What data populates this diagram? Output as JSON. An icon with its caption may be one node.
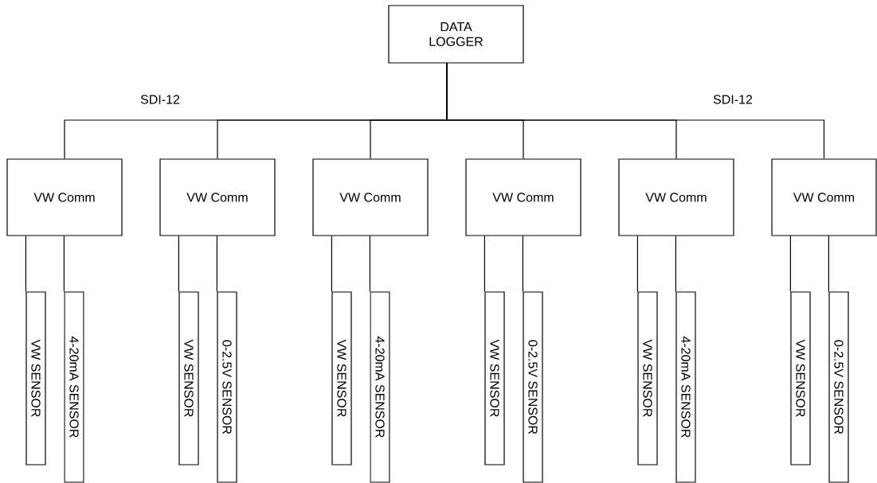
{
  "diagram": {
    "nodes": [
      {
        "text": [
          "DATA LOGGER"
        ]
      },
      {
        "text": [
          "VW Comm"
        ]
      },
      {
        "text": [
          "VW Comm"
        ]
      },
      {
        "text": [
          "VW Comm"
        ]
      },
      {
        "text": [
          "VW Comm"
        ]
      },
      {
        "text": [
          "VW Comm"
        ]
      },
      {
        "text": [
          "VW Comm"
        ]
      },
      {
        "text": [
          "VW SENSOR"
        ]
      },
      {
        "text": [
          "4-20mA  SENSOR"
        ]
      },
      {
        "text": [
          "VW SENSOR"
        ]
      },
      {
        "text": [
          "0-2.5V  SENSOR"
        ]
      },
      {
        "text": [
          "VW SENSOR"
        ]
      },
      {
        "text": [
          "4-20mA  SENSOR"
        ]
      },
      {
        "text": [
          "VW SENSOR"
        ]
      },
      {
        "text": [
          "0-2.5V  SENSOR"
        ]
      },
      {
        "text": [
          "VW SENSOR"
        ]
      },
      {
        "text": [
          "4-20mA  SENSOR"
        ]
      },
      {
        "text": [
          "VW SENSOR"
        ]
      },
      {
        "text": [
          "0-2.5V  SENSOR"
        ]
      }
    ],
    "edges": [
      {
        "from": 0,
        "to": 1,
        "arrow": "none"
      },
      {
        "from": 0,
        "to": 2,
        "arrow": "none"
      },
      {
        "from": 0,
        "to": 3,
        "arrow": "none"
      },
      {
        "from": 0,
        "to": 4,
        "arrow": "none"
      },
      {
        "from": 0,
        "to": 5,
        "arrow": "none"
      },
      {
        "from": 0,
        "to": 6,
        "arrow": "none"
      },
      {
        "from": 1,
        "to": 7,
        "arrow": "none"
      },
      {
        "from": 1,
        "to": 8,
        "arrow": "none"
      },
      {
        "from": 2,
        "to": 9,
        "arrow": "none"
      },
      {
        "from": 2,
        "to": 10,
        "arrow": "none"
      },
      {
        "from": 3,
        "to": 11,
        "arrow": "none"
      },
      {
        "from": 3,
        "to": 12,
        "arrow": "none"
      },
      {
        "from": 4,
        "to": 13,
        "arrow": "none"
      },
      {
        "from": 4,
        "to": 14,
        "arrow": "none"
      },
      {
        "from": 5,
        "to": 15,
        "arrow": "none"
      },
      {
        "from": 5,
        "to": 16,
        "arrow": "none"
      },
      {
        "from": 6,
        "to": 17,
        "arrow": "none"
      },
      {
        "from": 6,
        "to": 18,
        "arrow": "none"
      }
    ],
    "labels": [
      "SDI-12",
      "SDI-12"
    ]
  }
}
